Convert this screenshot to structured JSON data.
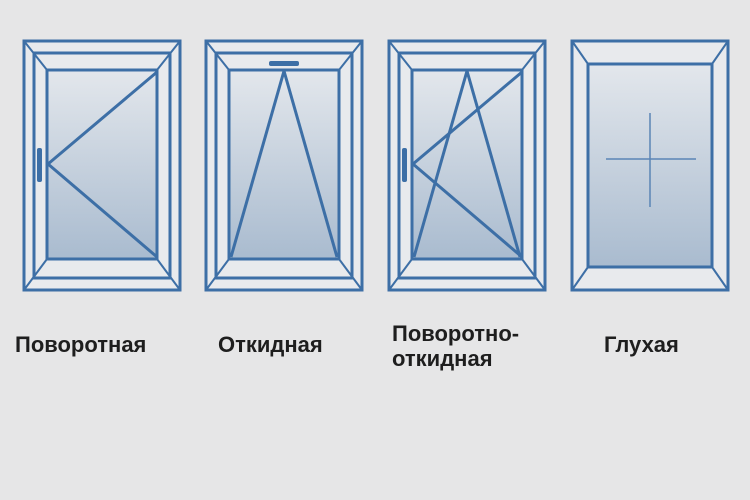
{
  "colors": {
    "background": "#e6e6e7",
    "frame": "#3d6fa6",
    "glass_top": "#e3e7ec",
    "glass_bottom": "#a9bbcf",
    "text": "#1e1e1e"
  },
  "windows": [
    {
      "label": "Поворотная",
      "type": "turn"
    },
    {
      "label": "Откидная",
      "type": "tilt"
    },
    {
      "label_line1": "Поворотно-",
      "label_line2": "откидная",
      "type": "tilt-turn"
    },
    {
      "label": "Глухая",
      "type": "fixed"
    }
  ]
}
